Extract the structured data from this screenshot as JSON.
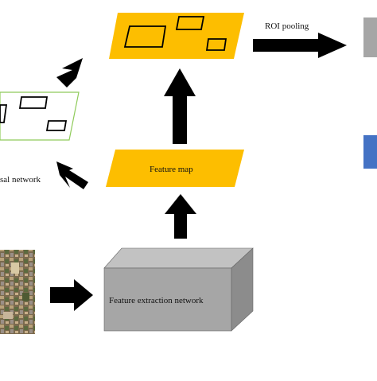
{
  "labels": {
    "roi_pooling": "ROI pooling",
    "feature_map": "Feature map",
    "proposal_network": "sal network",
    "feature_extraction": "Feature extraction network"
  },
  "colors": {
    "feature_map_fill": "#FDBE00",
    "box_fill": "#A6A6A6",
    "box_top": "#C2C2C2",
    "box_side": "#8C8C8C",
    "proposal_border": "#8FCB5A",
    "arrow": "#000000",
    "blue_box": "#4472C4",
    "gray_box": "#A6A6A6"
  },
  "icons": {
    "input_image": "satellite-image-thumbnail"
  }
}
